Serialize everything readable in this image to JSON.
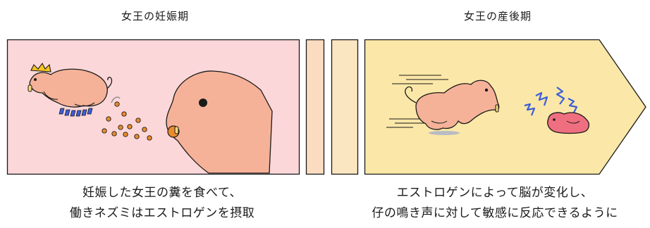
{
  "left_panel": {
    "heading": "女王の妊娠期",
    "caption_line1": "妊娠した女王の糞を食べて、",
    "caption_line2": "働きネズミはエストロゲンを摂取"
  },
  "right_panel": {
    "heading": "女王の産後期",
    "caption_line1": "エストロゲンによって脳が変化し、",
    "caption_line2": "仔の鳴き声に対して敏感に反応できるように"
  },
  "colors": {
    "pregnancy_bg": "#fcd7da",
    "postpartum_bg": "#fbe7a7",
    "mole_rat_body": "#f5b298",
    "pup_body": "#ef6f80",
    "crown": "#f7c51e",
    "feces": "#eb8b2b",
    "squeak": "#3c5fd8",
    "shadow": "#b8bcc4",
    "outline": "#1a1a1a"
  }
}
